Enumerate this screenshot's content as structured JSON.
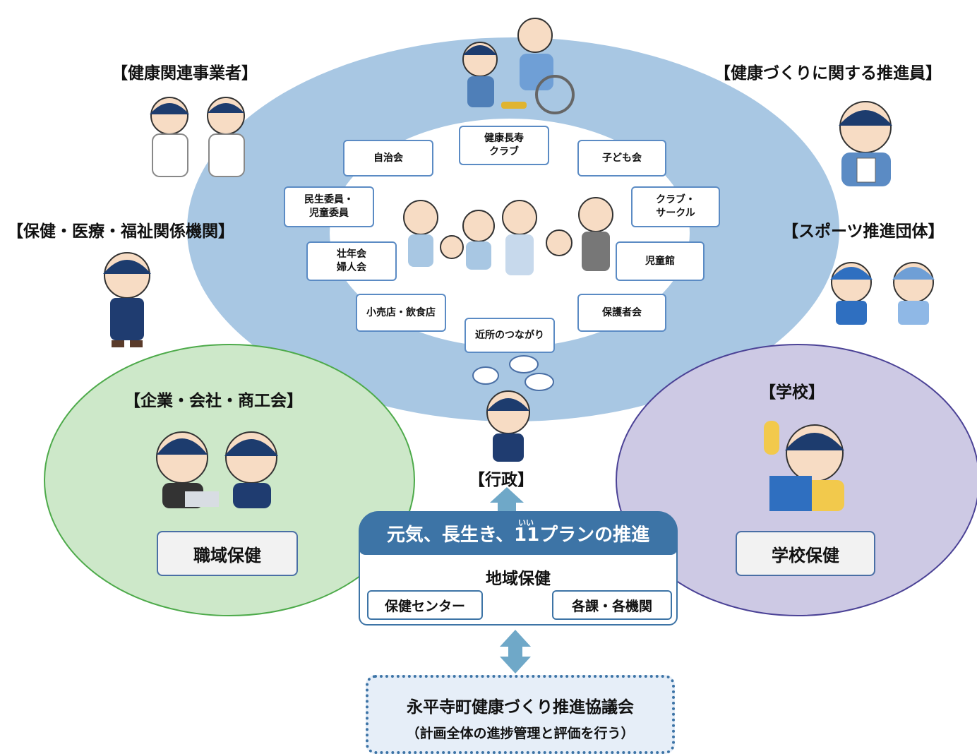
{
  "groups": {
    "neighborhood_support": "",
    "health_business": "【健康関連事業者】",
    "health_promoter": "【健康づくりに関する推進員】",
    "medical_welfare": "【保健・医療・福祉関係機関】",
    "sports": "【スポーツ推進団体】",
    "company": "【企業・会社・商工会】",
    "school": "【学校】",
    "government": "【行政】"
  },
  "community_boxes": {
    "kenko_club": [
      "健康長寿",
      "クラブ"
    ],
    "jichikai": "自治会",
    "kodomokai": "子ども会",
    "minsei": [
      "民生委員・",
      "児童委員"
    ],
    "club_circle": [
      "クラブ・",
      "サークル"
    ],
    "soninkai": [
      "壮年会",
      "婦人会"
    ],
    "jidokan": "児童館",
    "shop": "小売店・飲食店",
    "hogosha": "保護者会",
    "kinjo": "近所のつながり"
  },
  "workplace_health": "職域保健",
  "school_health": "学校保健",
  "plan": {
    "title": "元気、長生き、11プランの推進",
    "ruby": "いい",
    "regional_health": "地域保健",
    "health_center": "保健センター",
    "departments": "各課・各機関"
  },
  "council": {
    "name": "永平寺町健康づくり推進協議会",
    "note": "（計画全体の進捗管理と評価を行う）"
  },
  "colors": {
    "big_ellipse": "#a8c7e3",
    "inner_ellipse": "#ffffff",
    "green_ellipse": "#cde8c9",
    "green_border": "#4daa4a",
    "purple_ellipse": "#cdc9e4",
    "purple_border": "#4b4296",
    "arrow": "#6fa8c8",
    "accent": "#3d74a6"
  }
}
